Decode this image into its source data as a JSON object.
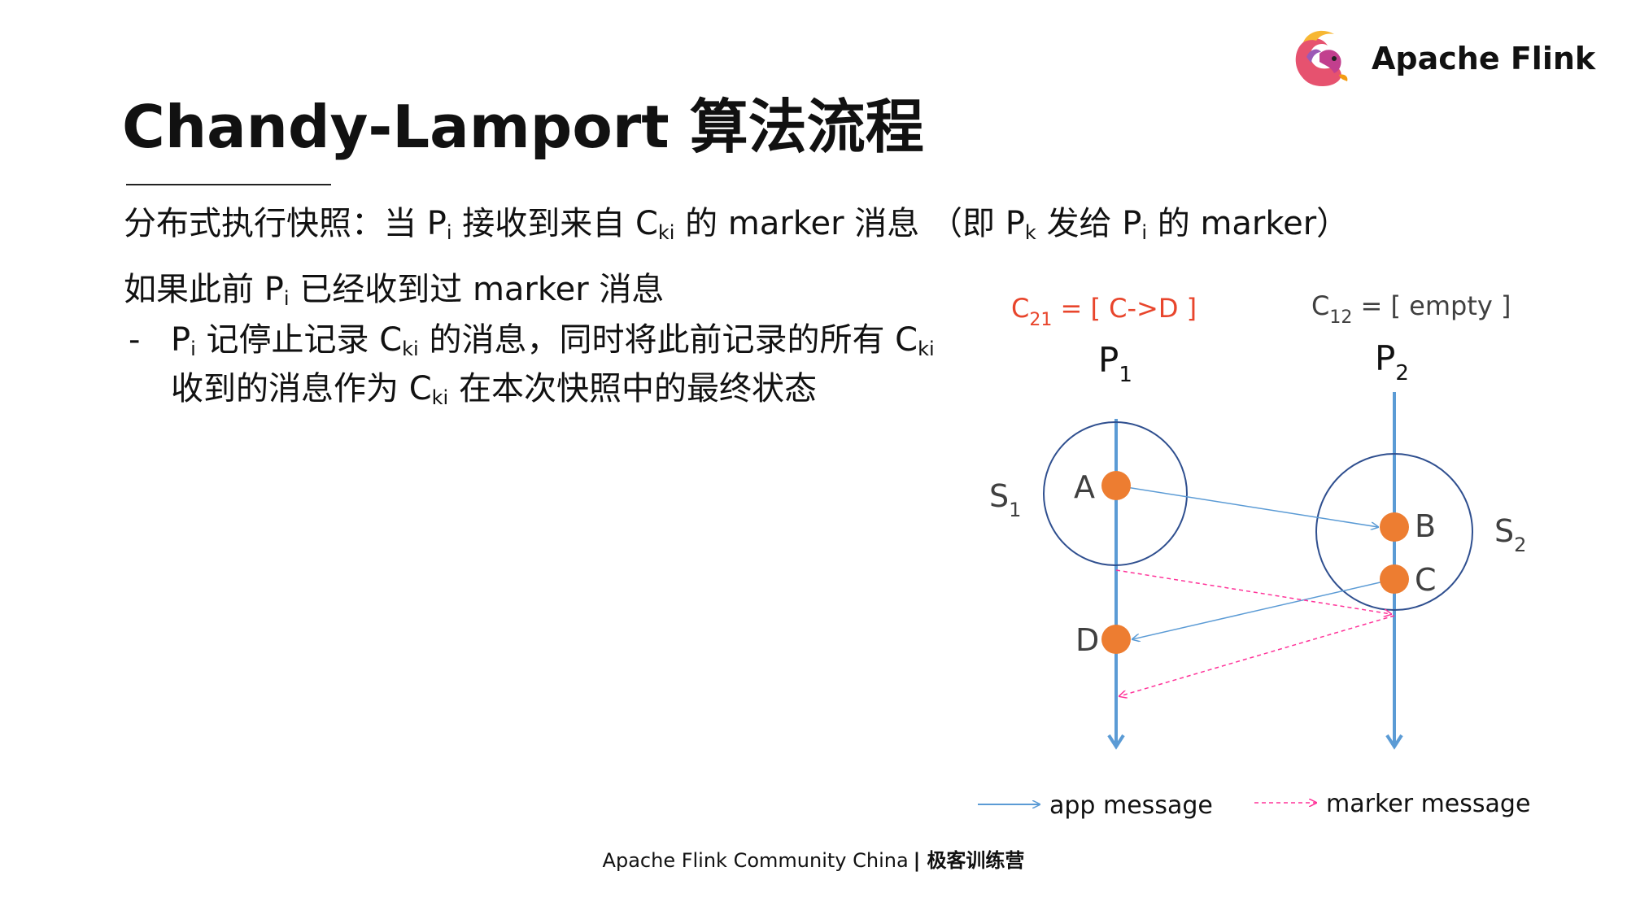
{
  "brand": {
    "name": "Apache Flink",
    "logo_icon": "flink-squirrel-icon"
  },
  "title": "Chandy-Lamport 算法流程",
  "text": {
    "line1": {
      "a": "分布式执行快照：当 P",
      "a_sub": "i",
      "b": " 接收到来自 C",
      "b_sub": "ki",
      "c": " 的 marker 消息 （即 P",
      "c_sub": "k",
      "d": " 发给 P",
      "d_sub": "i",
      "e": " 的 marker）"
    },
    "line2": {
      "a": "如果此前 P",
      "a_sub": "i",
      "b": " 已经收到过 marker 消息"
    },
    "bullet_dash": "-",
    "line3": {
      "a": "P",
      "a_sub": "i",
      "b": " 记停止记录 C",
      "b_sub": "ki",
      "c": " 的消息，同时将此前记录的所有 C",
      "c_sub": "ki"
    },
    "line4": {
      "a": "收到的消息作为 C",
      "a_sub": "ki",
      "b": " 在本次快照中的最终状态"
    }
  },
  "diagram": {
    "c21": {
      "label": "C",
      "sub": "21",
      "value": " = [ C->D ]"
    },
    "c12": {
      "label": "C",
      "sub": "12",
      "value": " = [ empty ]"
    },
    "p1": {
      "label": "P",
      "sub": "1"
    },
    "p2": {
      "label": "P",
      "sub": "2"
    },
    "s1": {
      "label": "S",
      "sub": "1"
    },
    "s2": {
      "label": "S",
      "sub": "2"
    },
    "events": [
      "A",
      "B",
      "C",
      "D"
    ],
    "legend": {
      "app": "app message",
      "marker": "marker message"
    },
    "colors": {
      "process_line": "#5b9bd5",
      "event_dot": "#ed7d31",
      "app_message": "#5b9bd5",
      "marker_message": "#ff3399",
      "channel_c21": "#e8452c",
      "text_gray": "#404040"
    }
  },
  "footer": {
    "left": "Apache Flink Community China",
    "separator": "|",
    "right": "极客训练营"
  }
}
